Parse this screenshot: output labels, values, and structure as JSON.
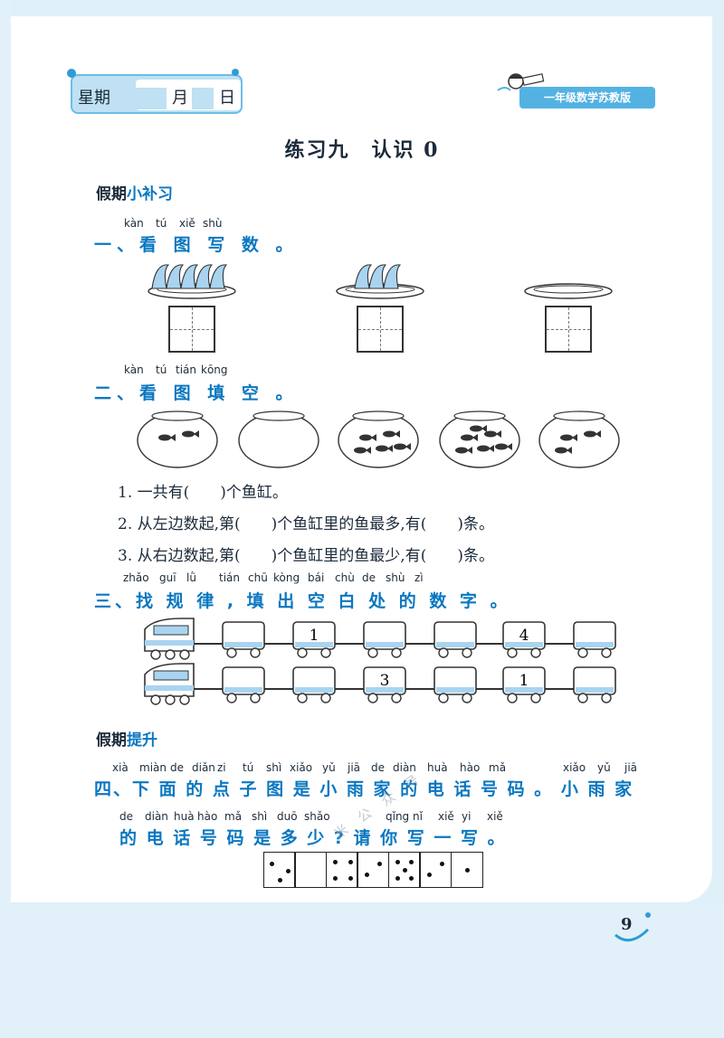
{
  "header": {
    "weekday_label": "星期",
    "month_label": "月",
    "day_label": "日",
    "grade": "一年级数学苏教版"
  },
  "title": "练习九　认识 0",
  "section1": {
    "tag_a": "假期",
    "tag_b": "小补习"
  },
  "q1": {
    "pinyin": [
      "kàn",
      "tú",
      "xiě",
      "shù"
    ],
    "heading": "一、看 图 写 数 。",
    "plates": [
      5,
      3,
      0
    ]
  },
  "q2": {
    "pinyin": [
      "kàn",
      "tú",
      "tián",
      "kōng"
    ],
    "heading": "二、看 图 填 空 。",
    "bowls": [
      2,
      0,
      5,
      6,
      3
    ],
    "lines": [
      "1. 一共有(　　)个鱼缸。",
      "2. 从左边数起,第(　　)个鱼缸里的鱼最多,有(　　)条。",
      "3. 从右边数起,第(　　)个鱼缸里的鱼最少,有(　　)条。"
    ]
  },
  "q3": {
    "pinyin": [
      "zhǎo",
      "guī",
      "lǜ",
      "tián",
      "chū",
      "kòng",
      "bái",
      "chù",
      "de",
      "shù",
      "zì"
    ],
    "heading": "三、找 规 律 , 填 出 空 白 处 的 数 字 。",
    "train1": [
      "",
      "1",
      "",
      "",
      "4",
      ""
    ],
    "train2": [
      "",
      "",
      "3",
      "",
      "1",
      ""
    ]
  },
  "section2": {
    "tag_a": "假期",
    "tag_b": "提升"
  },
  "q4": {
    "pinyin1": [
      "xià",
      "miàn",
      "de",
      "diǎn",
      "zi",
      "tú",
      "shì",
      "xiǎo",
      "yǔ",
      "jiā",
      "de",
      "diàn",
      "huà",
      "hào",
      "mǎ",
      "xiǎo",
      "yǔ",
      "jiā"
    ],
    "line1": "四、下 面 的 点 子 图 是 小 雨 家 的 电 话 号 码 。 小 雨 家",
    "pinyin2": [
      "de",
      "diàn",
      "huà",
      "hào",
      "mǎ",
      "shì",
      "duō",
      "shǎo",
      "qǐng",
      "nǐ",
      "xiě",
      "yi",
      "xiě"
    ],
    "line2": "的 电 话 号 码 是 多 少 ? 请 你 写 一 写 。",
    "dice": [
      3,
      0,
      4,
      2,
      5,
      2,
      1
    ]
  },
  "page_number": "9",
  "colors": {
    "accent": "#0a77c0",
    "light": "#bfe1f3",
    "border": "#6cbde8"
  }
}
